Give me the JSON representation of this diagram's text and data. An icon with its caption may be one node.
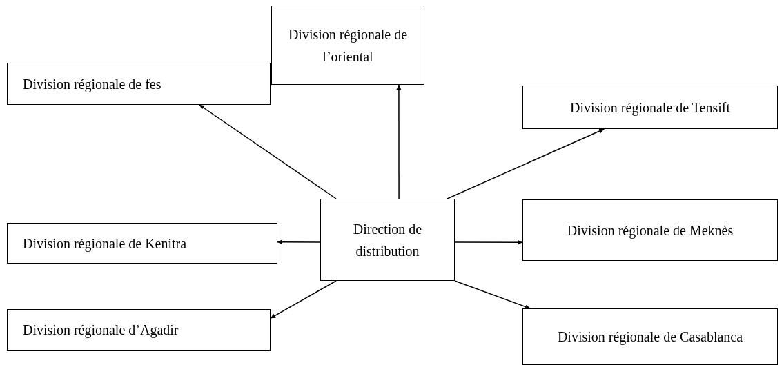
{
  "diagram": {
    "nodes": [
      {
        "text": [
          "Direction de distribution"
        ]
      },
      {
        "text": [
          "Division régionale de l’oriental"
        ]
      },
      {
        "text": [
          "Division régionale de fes"
        ]
      },
      {
        "text": [
          "Division régionale de Tensift"
        ]
      },
      {
        "text": [
          "Division régionale de Kenitra"
        ]
      },
      {
        "text": [
          "Division régionale de Meknès"
        ]
      },
      {
        "text": [
          "Division régionale d’Agadir"
        ]
      },
      {
        "text": [
          "Division régionale de Casablanca"
        ]
      }
    ],
    "edges": [
      {
        "from": 0,
        "to": 1,
        "arrow": "to"
      },
      {
        "from": 0,
        "to": 2,
        "arrow": "to"
      },
      {
        "from": 0,
        "to": 3,
        "arrow": "to"
      },
      {
        "from": 0,
        "to": 4,
        "arrow": "to"
      },
      {
        "from": 0,
        "to": 5,
        "arrow": "to"
      },
      {
        "from": 0,
        "to": 6,
        "arrow": "to"
      },
      {
        "from": 0,
        "to": 7,
        "arrow": "to"
      }
    ]
  }
}
